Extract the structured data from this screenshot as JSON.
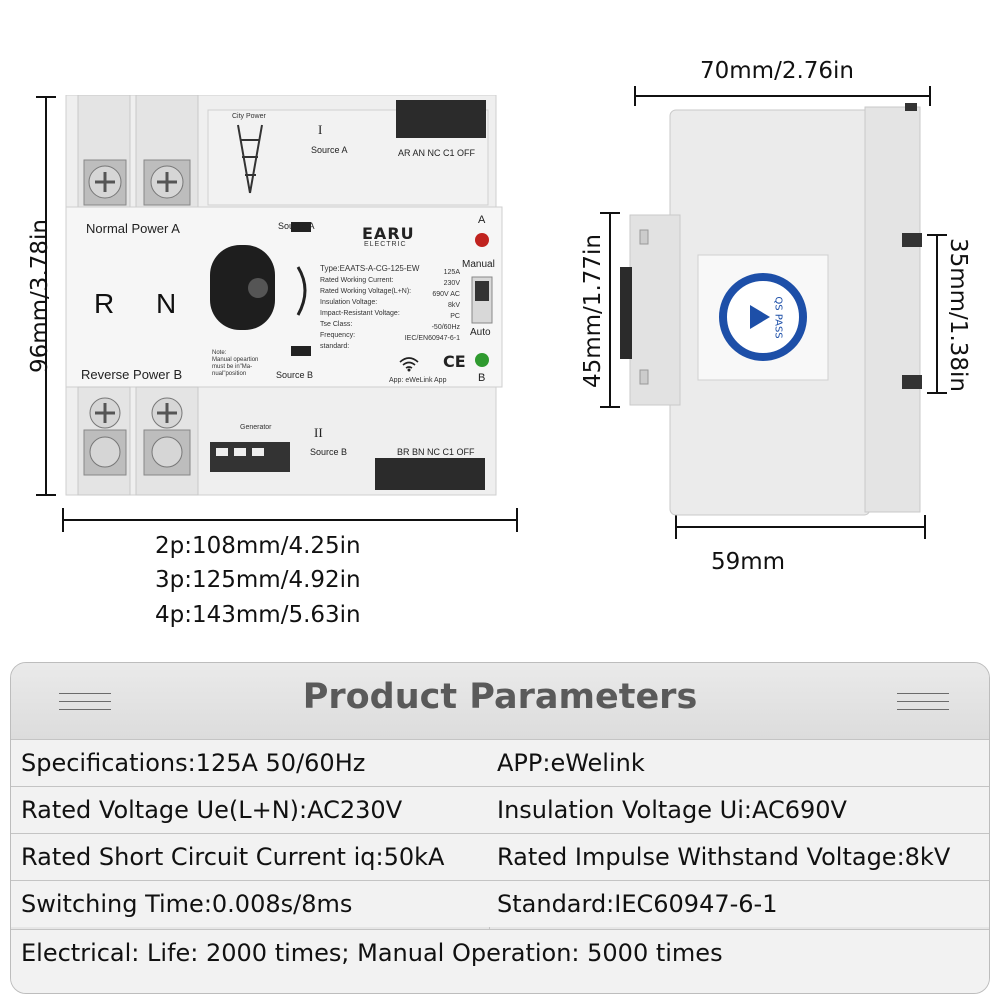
{
  "dimensions": {
    "height_front": "96mm/3.78in",
    "width_options": [
      "2p:108mm/4.25in",
      "3p:125mm/4.92in",
      "4p:143mm/5.63in"
    ],
    "side_width_top": "70mm/2.76in",
    "side_height_left": "45mm/1.77in",
    "side_height_right": "35mm/1.38in",
    "side_width_bottom": "59mm"
  },
  "device": {
    "city_power": "City Power",
    "source_a_numeral": "I",
    "source_a_label": "Source A",
    "terminal_top_label": "AR AN NC C1 OFF",
    "normal_power": "Normal Power A",
    "r": "R",
    "n": "N",
    "reverse_power": "Reverse Power B",
    "source_a_small": "Source A",
    "source_b_small": "Source B",
    "brand": "EARU",
    "brand_sub": "ELECTRIC",
    "indicator_a": "A",
    "manual": "Manual",
    "auto": "Auto",
    "indicator_b": "B",
    "spec_lines": [
      {
        "k": "Type:EAATS-A-CG-125-EW",
        "v": ""
      },
      {
        "k": "Rated Working Current:",
        "v": "125A"
      },
      {
        "k": "Rated Working Voltage(L+N):",
        "v": "230V"
      },
      {
        "k": "Insulation Voltage:",
        "v": "690V AC"
      },
      {
        "k": "Impact-Resistant Voltage:",
        "v": "8kV"
      },
      {
        "k": "Tse Class:",
        "v": "PC"
      },
      {
        "k": "Frequency:",
        "v": "-50/60Hz"
      },
      {
        "k": "standard:",
        "v": "IEC/EN60947-6-1"
      }
    ],
    "note_lines": [
      "Note:",
      "Manual opeartion",
      "must be in\"Ma-",
      "nual\"position"
    ],
    "ce": "CE",
    "app_label": "App: eWeLink App",
    "generator": "Generator",
    "source_b_numeral": "II",
    "source_b_label": "Source B",
    "terminal_bottom_label": "BR BN NC C1 OFF",
    "qs_pass": "QS PASS"
  },
  "table": {
    "title": "Product Parameters",
    "rows": [
      {
        "left": "Specifications:125A  50/60Hz",
        "right": "APP:eWelink"
      },
      {
        "left": "Rated Voltage Ue(L+N):AC230V",
        "right": "Insulation Voltage Ui:AC690V"
      },
      {
        "left": "Rated Short Circuit Current iq:50kA",
        "right": "Rated Impulse Withstand Voltage:8kV"
      },
      {
        "left": "Switching Time:0.008s/8ms",
        "right": "Standard:IEC60947-6-1"
      }
    ],
    "footer": "Electrical: Life: 2000 times; Manual Operation: 5000 times"
  },
  "colors": {
    "device_body": "#efefef",
    "terminal": "#2b2b2b",
    "led_red": "#c0231f",
    "led_green": "#2f9a2f",
    "qs_blue": "#1d4fa8"
  }
}
